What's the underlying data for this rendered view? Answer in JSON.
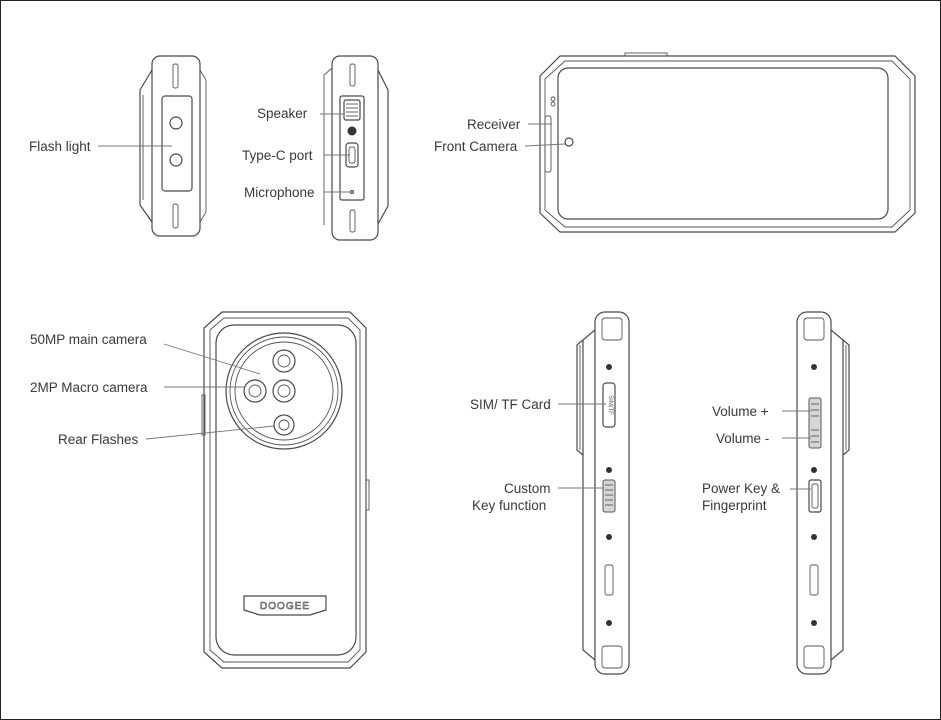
{
  "labels": {
    "flash_light": "Flash light",
    "speaker": "Speaker",
    "type_c_port": "Type-C port",
    "microphone": "Microphone",
    "receiver": "Receiver",
    "front_camera": "Front Camera",
    "main_camera": "50MP main camera",
    "macro_camera": "2MP Macro camera",
    "rear_flashes": "Rear Flashes",
    "sim_tf_card": "SIM/ TF Card",
    "custom_key_line1": "Custom",
    "custom_key_line2": "Key function",
    "volume_up": "Volume +",
    "volume_down": "Volume -",
    "power_key_line1": "Power Key &",
    "power_key_line2": "Fingerprint"
  },
  "brand_logo": "DOOGEE",
  "sim_tray_text": "SIM/TF",
  "colors": {
    "line": "#4a4a4a",
    "text": "#3a3a3a",
    "border": "#222222"
  }
}
